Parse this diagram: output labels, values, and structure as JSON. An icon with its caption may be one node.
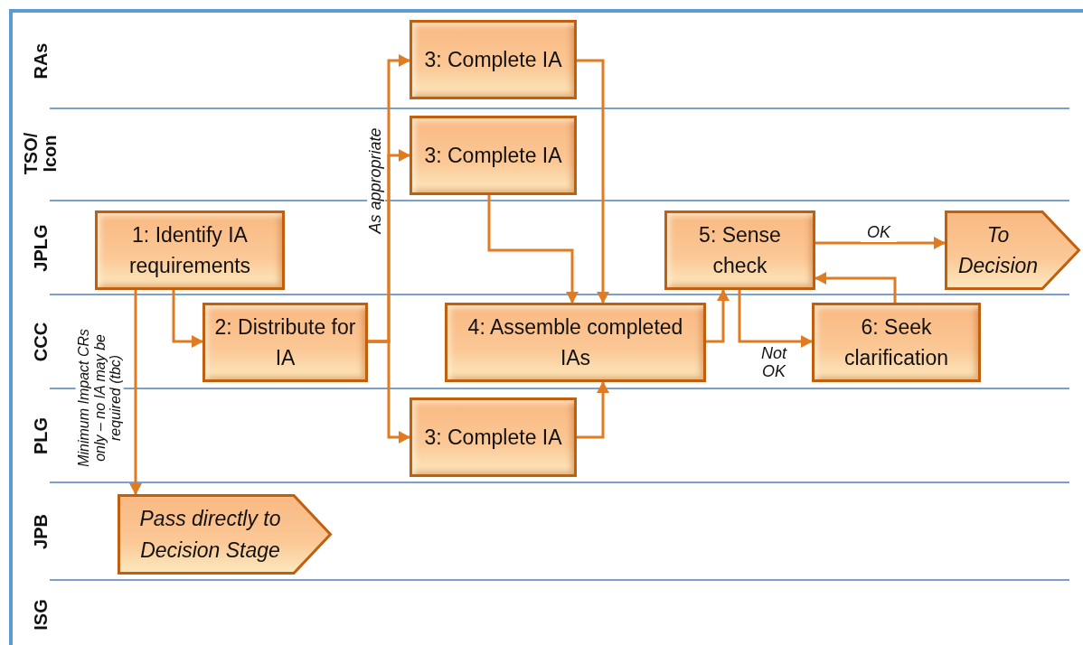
{
  "diagram": {
    "nodes": [
      {
        "text": [
          "1: Identify IA requirements"
        ]
      },
      {
        "text": [
          "2: Distribute for IA"
        ]
      },
      {
        "text": [
          "3: Complete IA"
        ]
      },
      {
        "text": [
          "3: Complete IA"
        ]
      },
      {
        "text": [
          "4: Assemble completed IAs"
        ]
      },
      {
        "text": [
          "5: Sense check"
        ]
      },
      {
        "text": [
          "To Decision"
        ]
      },
      {
        "text": [
          "6: Seek clarification"
        ]
      },
      {
        "text": [
          "3: Complete IA"
        ]
      },
      {
        "text": [
          "Pass directly to Decision Stage"
        ]
      }
    ],
    "edges": [
      {
        "from": 0,
        "to": 9,
        "arrow": "to",
        "label": "Minimum Impact CRs only – no IA may be required (tbc)"
      },
      {
        "from": 0,
        "to": 1,
        "arrow": "to"
      },
      {
        "from": 1,
        "to": 2,
        "arrow": "to",
        "label": "As appropriate"
      },
      {
        "from": 1,
        "to": 3,
        "arrow": "to"
      },
      {
        "from": 1,
        "to": 8,
        "arrow": "to"
      },
      {
        "from": 2,
        "to": 4,
        "arrow": "to"
      },
      {
        "from": 3,
        "to": 4,
        "arrow": "to"
      },
      {
        "from": 8,
        "to": 4,
        "arrow": "to"
      },
      {
        "from": 4,
        "to": 5,
        "arrow": "to"
      },
      {
        "from": 5,
        "to": 6,
        "arrow": "to",
        "label": "OK"
      },
      {
        "from": 5,
        "to": 7,
        "arrow": "to",
        "label": "Not OK"
      },
      {
        "from": 7,
        "to": 5,
        "arrow": "to"
      }
    ],
    "labels": [
      "RAs",
      "TSO/ Icon",
      "JPLG",
      "CCC",
      "PLG",
      "JPB",
      "ISG"
    ]
  }
}
